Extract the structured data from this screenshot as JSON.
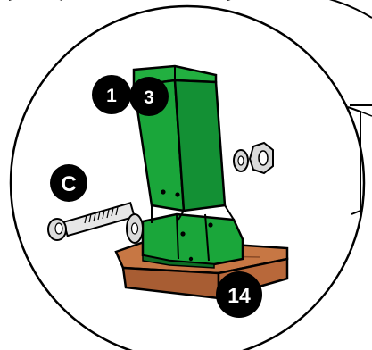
{
  "callouts": {
    "part_1": "1",
    "part_3": "3",
    "part_14": "14",
    "step_c": "C"
  },
  "colors": {
    "bracket_green": "#1aa63a",
    "bracket_dark": "#0d6e25",
    "wood": "#b8683a",
    "wood_dark": "#8a4a26",
    "metal": "#d9d9d9",
    "outline": "#000000",
    "callout_fill": "#000000"
  },
  "icons": [
    "bolt-icon",
    "washer-icon",
    "nut-icon",
    "callout-circle-icon"
  ]
}
